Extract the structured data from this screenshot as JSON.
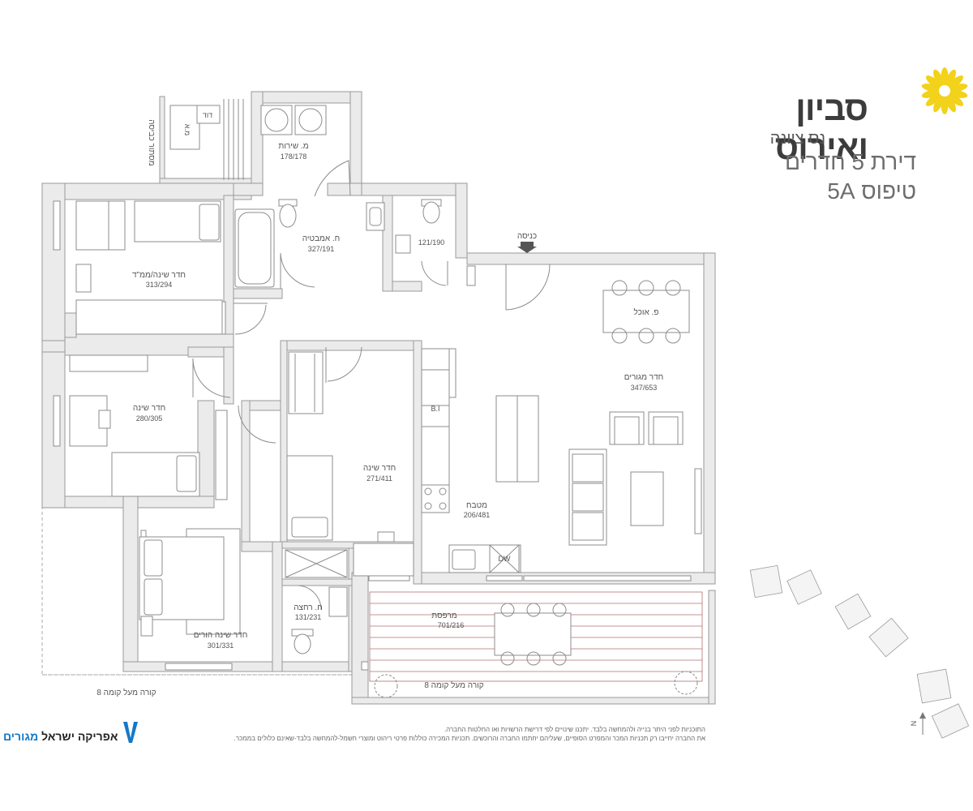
{
  "brand": {
    "name": "סביון ואירוס",
    "city": "נס ציונה",
    "apartment_title": "דירת 5 חדרים",
    "apartment_type": "טיפוס 5A",
    "accent_color": "#f2d21a"
  },
  "rooms": {
    "laundry": {
      "name": "מ. שירות",
      "dims": "178/178"
    },
    "bath": {
      "name": "ח. אמבטיה",
      "dims": "327/191"
    },
    "toilet": {
      "dims": "121/190"
    },
    "bed_mamad": {
      "name": "חדר שינה/ממ\"ד",
      "dims": "313/294"
    },
    "bed2": {
      "name": "חדר שינה",
      "dims": "280/305"
    },
    "bed3": {
      "name": "חדר שינה",
      "dims": "271/411"
    },
    "kitchen": {
      "name": "מטבח",
      "dims": "206/481"
    },
    "living": {
      "name": "חדר מגורים",
      "dims": "347/653"
    },
    "dining": {
      "name": "פ. אוכל"
    },
    "shower": {
      "name": "ח. רחצה",
      "dims": "131/231"
    },
    "master": {
      "name": "חדר שינה הורים",
      "dims": "301/331"
    },
    "balcony": {
      "name": "מרפסת",
      "dims": "701/216"
    }
  },
  "labels": {
    "entrance": "כניסה",
    "gas_storage": "מסתור כביסה",
    "boiler": "דוד",
    "ma": "מ.א",
    "bi": "B.I",
    "dw": "DW",
    "beam_right": "קורה מעל קומה 8",
    "beam_left": "קורה מעל קומה 8",
    "north": "N"
  },
  "disclaimer": {
    "line1": "התוכניות לפני היתר בנייה ולהמחשה בלבד. יתכנו שינויים לפי דרישת הרשויות ואו החלטות החברה.",
    "line2": "את החברה  יחייבו רק תכניות המכר והמפרט הסופיים, שעליהם יחתמו החברה והרוכשים. תכניות המכירה כוללות פרטי ריהוט ומוצרי חשמל-להמחשה בלבד-שאינם כלולים בממכר."
  },
  "developer": {
    "name_part1": "אפריקה ישראל",
    "name_part2": "מגורים",
    "accent_color": "#1478c8"
  }
}
